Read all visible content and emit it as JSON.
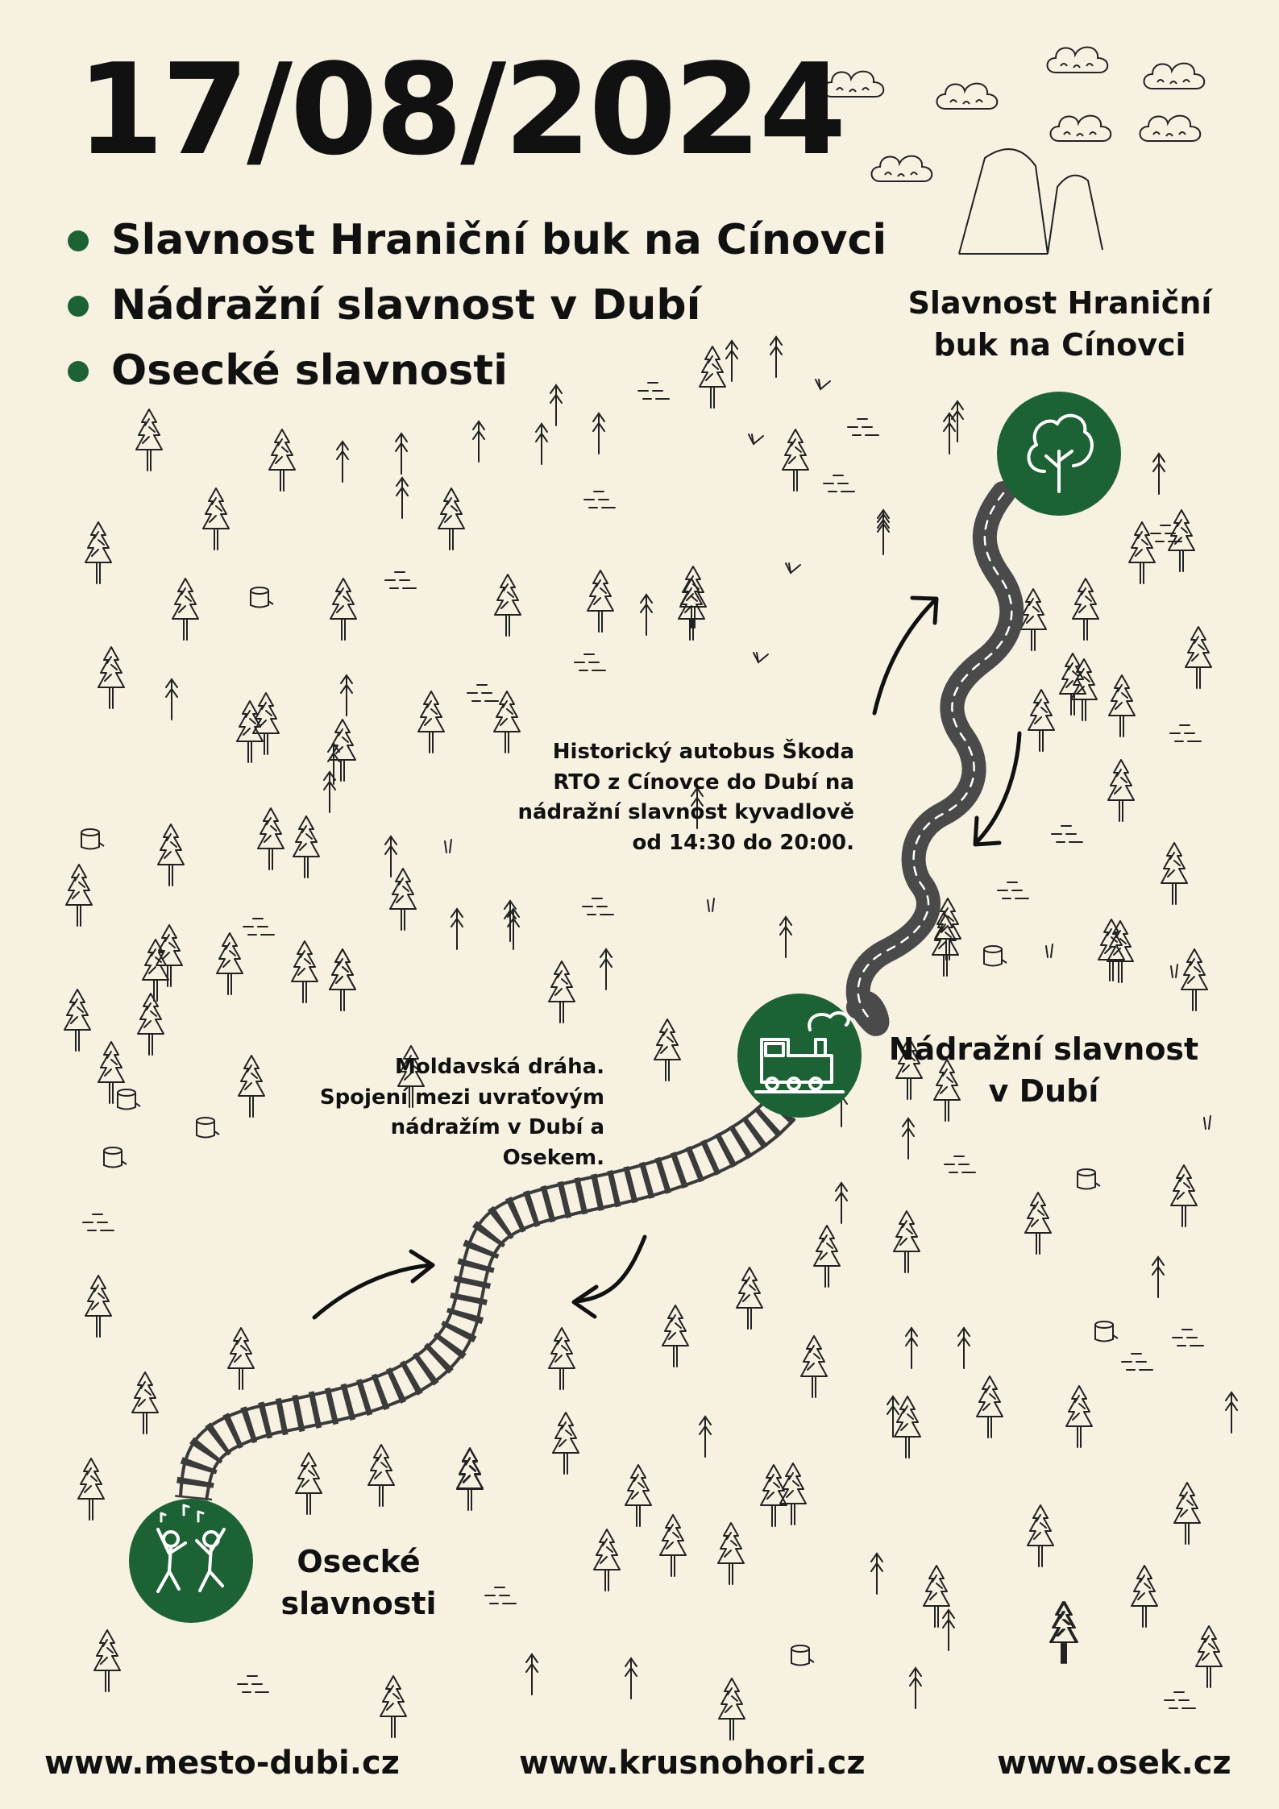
{
  "date": "17/08/2024",
  "events": [
    "Slavnost Hraniční buk na Cínovci",
    "Nádražní slavnost v Dubí",
    "Osecké slavnosti"
  ],
  "stops": {
    "cinovec": {
      "line1": "Slavnost Hraniční",
      "line2": "buk na Cínovci",
      "icon": "tree-icon"
    },
    "dubi": {
      "line1": "Nádražní slavnost",
      "line2": "v Dubí",
      "icon": "locomotive-icon"
    },
    "osek": {
      "line1": "Osecké",
      "line2": "slavnosti",
      "icon": "dancers-icon"
    }
  },
  "bus_note": [
    "Historický autobus Škoda",
    "RTO z Cínovce do Dubí na",
    "nádražní slavnost kyvadlově",
    "od 14:30 do 20:00."
  ],
  "train_note": [
    "Moldavská dráha.",
    "Spojení mezi uvraťovým",
    "nádražím v Dubí a",
    "Osekem."
  ],
  "footer": {
    "url1": "www.mesto-dubi.cz",
    "url2": "www.krusnohori.cz",
    "url3": "www.osek.cz"
  },
  "colors": {
    "background": "#f7f1e1",
    "accent": "#1d6235",
    "road": "#4a4a4a",
    "text": "#111111"
  }
}
